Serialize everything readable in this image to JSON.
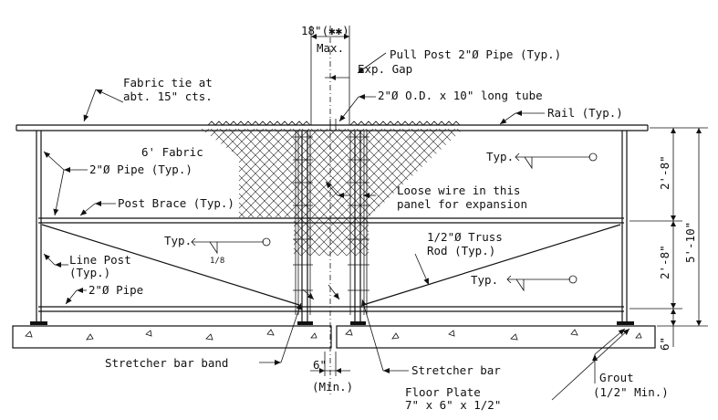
{
  "labels": {
    "max_width": "18\"(✱✱)",
    "max": "Max.",
    "pull_post": "Pull Post 2\"Ø Pipe (Typ.)",
    "exp_gap": "Exp. Gap",
    "fabric_tie_1": "Fabric tie at",
    "fabric_tie_2": "abt. 15\" cts.",
    "tube": "2\"Ø O.D. x 10\" long tube",
    "rail": "Rail (Typ.)",
    "fabric": "6' Fabric",
    "pipe_typ": "2\"Ø Pipe (Typ.)",
    "typ": "Typ.",
    "loose_wire_1": "Loose wire in this",
    "loose_wire_2": "panel for expansion",
    "post_brace": "Post Brace (Typ.)",
    "truss_rod_1": "1/2\"Ø Truss",
    "truss_rod_2": "Rod (Typ.)",
    "weld_fraction": "1/8",
    "line_post_1": "Line Post",
    "line_post_2": "(Typ.)",
    "pipe": "2\"Ø Pipe",
    "stretcher_bar_band": "Stretcher bar band",
    "six_in": "6\"",
    "min": "(Min.)",
    "stretcher_bar": "Stretcher bar",
    "floor_plate_1": "Floor Plate",
    "floor_plate_2": "7\" x 6\" x 1/2\"",
    "grout_1": "Grout",
    "grout_2": "(1/2\" Min.)",
    "dim_top": "2'-8\"",
    "dim_mid": "2'-8\"",
    "dim_bot": "6\"",
    "dim_total": "5'-10\""
  }
}
